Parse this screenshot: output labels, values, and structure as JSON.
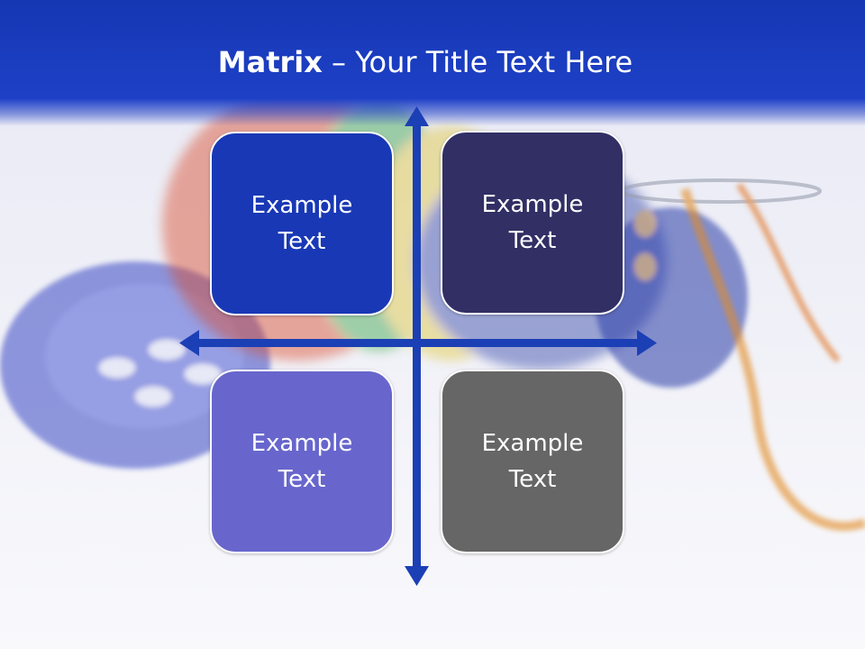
{
  "slide": {
    "title_bold": "Matrix",
    "title_rest": " – Your Title Text Here"
  },
  "matrix": {
    "quadrants": [
      {
        "label": "Example Text",
        "color": "#1938b5"
      },
      {
        "label": "Example Text",
        "color": "#312f64"
      },
      {
        "label": "Example Text",
        "color": "#6866cc"
      },
      {
        "label": "Example Text",
        "color": "#666666"
      }
    ],
    "axis_color": "#1b3fb5"
  }
}
